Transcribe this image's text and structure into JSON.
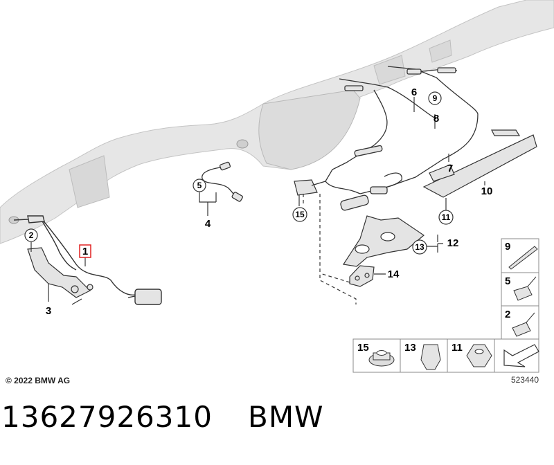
{
  "callouts": {
    "c1": "1",
    "c2": "2",
    "c3": "3",
    "c4": "4",
    "c5": "5",
    "c6": "6",
    "c7": "7",
    "c8": "8",
    "c9": "9",
    "c10": "10",
    "c11": "11",
    "c12": "12",
    "c13": "13",
    "c14": "14",
    "c15": "15"
  },
  "legend": {
    "side": [
      "9",
      "5",
      "2"
    ],
    "bottom": [
      "15",
      "13",
      "11"
    ]
  },
  "copyright": "© 2022 BMW AG",
  "diagram_code": "523440",
  "part_number": "13627926310",
  "brand": "BMW",
  "colors": {
    "highlight": "#e02020",
    "part_fill": "#e4e4e4",
    "line": "#333333"
  }
}
